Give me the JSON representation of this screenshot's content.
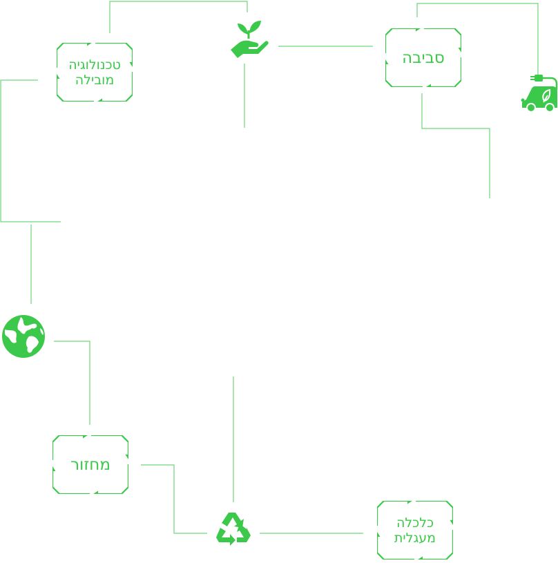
{
  "colors": {
    "accent": "#3cc84a",
    "line": "#6fd678"
  },
  "nodes": {
    "tech": {
      "label": "טכנולוגיה מובילה"
    },
    "environment": {
      "label": "סביבה"
    },
    "recycling": {
      "label": "מחזור"
    },
    "circular_economy": {
      "label": "כלכלה מעגלית"
    }
  },
  "icons": [
    "plant-hand-icon",
    "electric-car-icon",
    "globe-icon",
    "recycle-icon"
  ]
}
